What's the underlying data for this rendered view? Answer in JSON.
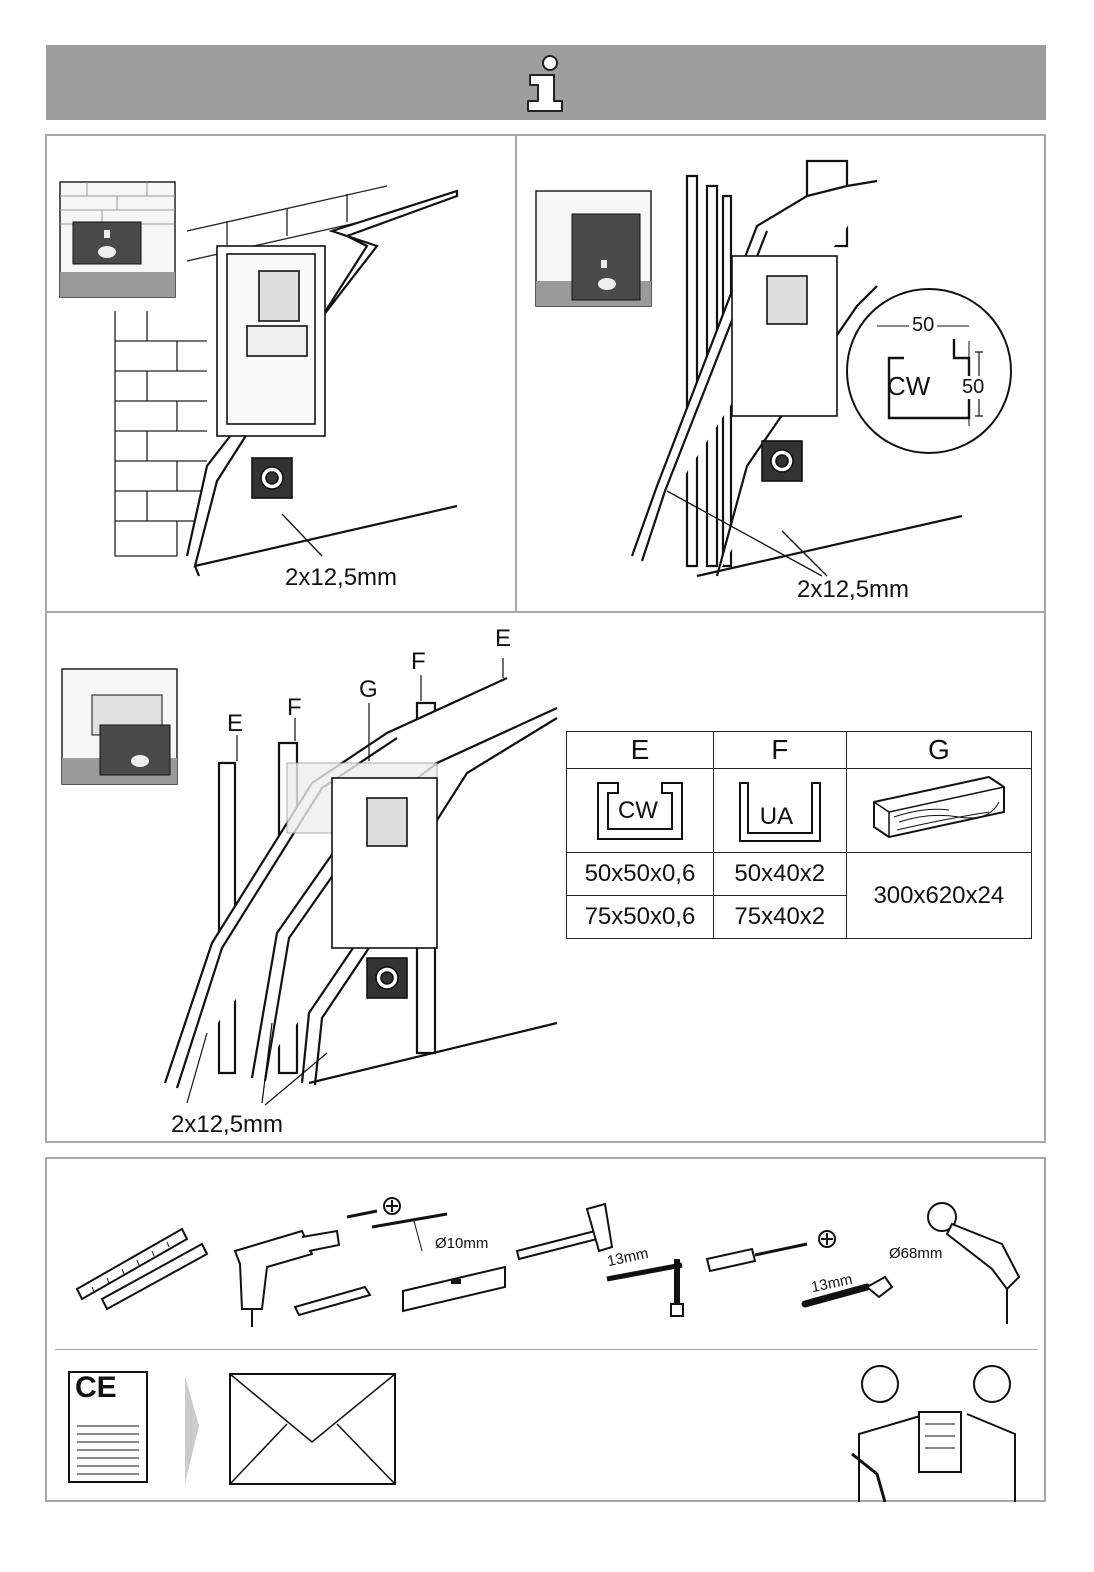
{
  "header": {
    "icon": "info-icon"
  },
  "panel_a": {
    "thickness_label": "2x12,5mm"
  },
  "panel_b": {
    "thickness_label": "2x12,5mm",
    "profile": {
      "name": "CW",
      "width": "50",
      "height": "50"
    }
  },
  "panel_c": {
    "thickness_label": "2x12,5mm",
    "callouts": {
      "e_left": "E",
      "f_left": "F",
      "g": "G",
      "f_right": "F",
      "e_right": "E"
    }
  },
  "materials_table": {
    "headers": [
      "E",
      "F",
      "G"
    ],
    "profile_labels": [
      "CW",
      "UA"
    ],
    "rows": [
      [
        "50x50x0,6",
        "50x40x2"
      ],
      [
        "75x50x0,6",
        "75x40x2"
      ]
    ],
    "g_dimension": "300x620x24"
  },
  "tools": {
    "drill_bit": "Ø10mm",
    "socket_wrench": "13mm",
    "spanner": "13mm",
    "hole_saw": "Ø68mm",
    "icons": [
      "folding-rule-icon",
      "drill-icon",
      "pencil-icon",
      "spirit-level-icon",
      "hammer-icon",
      "socket-wrench-icon",
      "screwdriver-icon",
      "spanner-icon",
      "hole-saw-drill-icon"
    ]
  },
  "footer": {
    "ce_mark": "CE",
    "icons": [
      "ce-declaration-icon",
      "arrow-icon",
      "envelope-icon",
      "handover-icon"
    ]
  },
  "colors": {
    "banner": "#9e9e9e",
    "frame": "#a7a7a7"
  }
}
